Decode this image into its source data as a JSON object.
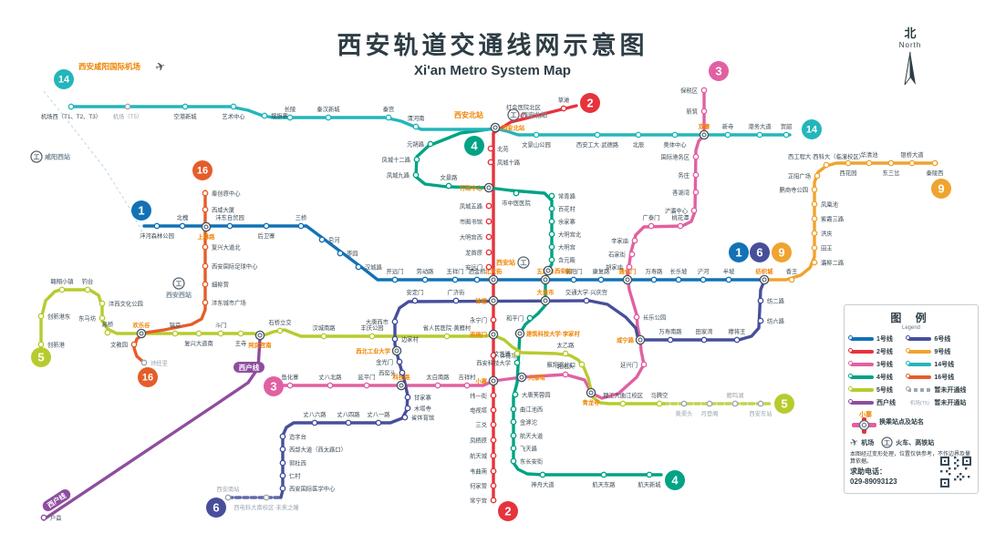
{
  "title": {
    "zh": "西安轨道交通线网示意图",
    "en": "Xi'an Metro System Map"
  },
  "compass": {
    "zh": "北",
    "en": "North"
  },
  "map": {
    "airport_label": "西安咸阳国际机场",
    "xihu_label": "西户线",
    "rail_stations": {
      "xianyang_west": "咸阳西站",
      "xian_north": "西安北站",
      "xian_west": "西安西站",
      "xian": "西安站"
    }
  },
  "colors": {
    "line_1": "#1272b5",
    "line_2": "#e6333c",
    "line_3": "#e160a2",
    "line_4": "#00a384",
    "line_5": "#b7cb2f",
    "line_6": "#474f9b",
    "line_9": "#f0a32f",
    "line_14": "#23b6ba",
    "line_16": "#e45d2b",
    "line_xihu": "#8f4d9d",
    "unopened": "#9aa7b0",
    "transfer_text": "#f08300",
    "station_text": "#3b4a56",
    "title_text": "#2e3d45"
  },
  "lines": [
    {
      "id": "1",
      "badge": "1",
      "name": "1号线",
      "stations": [
        {
          "n": "沣河森林公园"
        },
        {
          "n": "北槐"
        },
        {
          "n": "上林路",
          "t": 1
        },
        {
          "n": "沣东自贸园"
        },
        {
          "n": "后卫寨"
        },
        {
          "n": "三桥"
        },
        {
          "n": "皂河"
        },
        {
          "n": "枣园"
        },
        {
          "n": "汉城路"
        },
        {
          "n": "开远门"
        },
        {
          "n": "劳动路"
        },
        {
          "n": "玉祥门"
        },
        {
          "n": "洒金桥"
        },
        {
          "n": "北大街",
          "t": 1
        },
        {
          "n": "五路口",
          "t": 1
        },
        {
          "n": "朝阳门"
        },
        {
          "n": "康复路"
        },
        {
          "n": "通化门",
          "t": 1
        },
        {
          "n": "万寿路"
        },
        {
          "n": "长乐坡"
        },
        {
          "n": "浐河"
        },
        {
          "n": "半坡"
        },
        {
          "n": "纺织城",
          "t": 1
        }
      ]
    },
    {
      "id": "2",
      "badge": "2",
      "name": "2号线",
      "stations": [
        {
          "n": "草滩"
        },
        {
          "n": "红会医院北区"
        },
        {
          "n": "西安北站",
          "t": 1
        },
        {
          "n": "北苑"
        },
        {
          "n": "凤城十路"
        },
        {
          "n": "行政中心",
          "t": 1
        },
        {
          "n": "凤城五路"
        },
        {
          "n": "市图书馆"
        },
        {
          "n": "大明宫西"
        },
        {
          "n": "龙首原"
        },
        {
          "n": "安远门"
        },
        {
          "n": "北大街",
          "t": 1
        },
        {
          "n": "钟楼",
          "t": 1
        },
        {
          "n": "永宁门"
        },
        {
          "n": "南稍门",
          "t": 1
        },
        {
          "n": "体育场"
        },
        {
          "n": "小寨",
          "t": 1
        },
        {
          "n": "纬一街"
        },
        {
          "n": "电视塔"
        },
        {
          "n": "三爻"
        },
        {
          "n": "凤栖原"
        },
        {
          "n": "航天城"
        },
        {
          "n": "韦曲南"
        },
        {
          "n": "何家营"
        },
        {
          "n": "常宁宫"
        }
      ]
    },
    {
      "id": "3",
      "badge": "3",
      "name": "3号线",
      "stations": [
        {
          "n": "鱼化寨"
        },
        {
          "n": "丈八北路"
        },
        {
          "n": "延平门"
        },
        {
          "n": "科技路",
          "t": 1
        },
        {
          "n": "太白南路"
        },
        {
          "n": "吉祥村"
        },
        {
          "n": "小寨",
          "t": 1
        },
        {
          "n": "大雁塔",
          "t": 1
        },
        {
          "n": "北池头"
        },
        {
          "n": "青龙寺",
          "t": 1
        },
        {
          "n": "延兴门"
        },
        {
          "n": "咸宁路",
          "t": 1
        },
        {
          "n": "长乐公园"
        },
        {
          "n": "通化门",
          "t": 1
        },
        {
          "n": "胡家庙"
        },
        {
          "n": "石家街"
        },
        {
          "n": "辛家庙"
        },
        {
          "n": "广泰门"
        },
        {
          "n": "桃花潭"
        },
        {
          "n": "浐灞中心"
        },
        {
          "n": "香湖湾"
        },
        {
          "n": "务庄"
        },
        {
          "n": "国际港务区"
        },
        {
          "n": "双寨",
          "t": 1
        },
        {
          "n": "新筑"
        },
        {
          "n": "保税区"
        }
      ]
    },
    {
      "id": "4",
      "badge": "4",
      "name": "4号线",
      "stations": [
        {
          "n": "西安北站",
          "t": 1
        },
        {
          "n": "元朔路"
        },
        {
          "n": "凤城十二路"
        },
        {
          "n": "凤城九路"
        },
        {
          "n": "文景路"
        },
        {
          "n": "行政中心",
          "t": 1
        },
        {
          "n": "市中医医院"
        },
        {
          "n": "常青路"
        },
        {
          "n": "百花村"
        },
        {
          "n": "余家寨"
        },
        {
          "n": "大明宫北"
        },
        {
          "n": "大明宫"
        },
        {
          "n": "含元殿"
        },
        {
          "n": "西安站",
          "t": 1
        },
        {
          "n": "五路口",
          "t": 1
        },
        {
          "n": "大差市",
          "t": 1
        },
        {
          "n": "和平门"
        },
        {
          "n": "建筑科技大学·李家村",
          "t": 1
        },
        {
          "n": "西安科技大学"
        },
        {
          "n": "大雁塔",
          "t": 1
        },
        {
          "n": "大唐芙蓉园"
        },
        {
          "n": "曲江池西"
        },
        {
          "n": "金滹沱"
        },
        {
          "n": "航天大道"
        },
        {
          "n": "飞天路"
        },
        {
          "n": "东长安街"
        },
        {
          "n": "神舟大道"
        },
        {
          "n": "航天东路"
        },
        {
          "n": "航天新城"
        }
      ]
    },
    {
      "id": "5",
      "badge": "5",
      "name": "5号线",
      "stations": [
        {
          "n": "创新港"
        },
        {
          "n": "创新港东"
        },
        {
          "n": "翱翔小镇"
        },
        {
          "n": "钓台"
        },
        {
          "n": "沣西文化公园"
        },
        {
          "n": "东马坊"
        },
        {
          "n": "高桥"
        },
        {
          "n": "欢乐谷",
          "t": 1
        },
        {
          "n": "镐京"
        },
        {
          "n": "复兴大道南"
        },
        {
          "n": "斗门"
        },
        {
          "n": "王寺"
        },
        {
          "n": "阿房宫南",
          "t": 1
        },
        {
          "n": "石桥立交"
        },
        {
          "n": "汉城南路"
        },
        {
          "n": "丰庆公园"
        },
        {
          "n": "省人民医院·黄雁村"
        },
        {
          "n": "南稍门",
          "t": 1
        },
        {
          "n": "文艺路"
        },
        {
          "n": "太乙路"
        },
        {
          "n": "雁翔路北口"
        },
        {
          "n": "青龙寺",
          "t": 1
        },
        {
          "n": "理工大曲江校区"
        },
        {
          "n": "马腾空"
        },
        {
          "n": "黄渠头",
          "u": 1
        },
        {
          "n": "月登阁",
          "u": 1
        },
        {
          "n": "雁鸣湖",
          "u": 1
        },
        {
          "n": "西安东站",
          "u": 1
        }
      ]
    },
    {
      "id": "6",
      "badge": "6",
      "name": "6号线",
      "stations": [
        {
          "n": "西安南站",
          "u": 1
        },
        {
          "n": "西电科大南校区·未来之瞳",
          "u": 1
        },
        {
          "n": "西安国际医学中心"
        },
        {
          "n": "仁村"
        },
        {
          "n": "郭杜西"
        },
        {
          "n": "西部大道（西太路口）"
        },
        {
          "n": "造字台"
        },
        {
          "n": "丈八六路"
        },
        {
          "n": "丈八四路"
        },
        {
          "n": "丈八一路"
        },
        {
          "n": "省体育馆"
        },
        {
          "n": "木塔寺"
        },
        {
          "n": "甘家寨"
        },
        {
          "n": "科技路",
          "t": 1
        },
        {
          "n": "西窑头"
        },
        {
          "n": "金光门"
        },
        {
          "n": "西北工业大学",
          "t": 1
        },
        {
          "n": "边家村"
        },
        {
          "n": "大唐西市"
        },
        {
          "n": "安定门"
        },
        {
          "n": "广济街"
        },
        {
          "n": "钟楼",
          "t": 1
        },
        {
          "n": "大差市",
          "t": 1
        },
        {
          "n": "交通大学·兴庆宫"
        },
        {
          "n": "咸宁路",
          "t": 1
        },
        {
          "n": "万寿南路"
        },
        {
          "n": "田家湾"
        },
        {
          "n": "穆将王"
        },
        {
          "n": "纺六路"
        },
        {
          "n": "纺二路"
        },
        {
          "n": "纺织城",
          "t": 1
        }
      ]
    },
    {
      "id": "9",
      "badge": "9",
      "name": "9号线",
      "stations": [
        {
          "n": "纺织城",
          "t": 1
        },
        {
          "n": "香王"
        },
        {
          "n": "灞柳二路"
        },
        {
          "n": "田王"
        },
        {
          "n": "洪庆"
        },
        {
          "n": "紫霞三路"
        },
        {
          "n": "凤凰池"
        },
        {
          "n": "鹏商寺公园"
        },
        {
          "n": "芷阳广场"
        },
        {
          "n": "西工程大·西科大（临潼校区）"
        },
        {
          "n": "西花园"
        },
        {
          "n": "华清池"
        },
        {
          "n": "东三岔"
        },
        {
          "n": "银桥大道"
        },
        {
          "n": "秦陵西"
        }
      ]
    },
    {
      "id": "14",
      "badge": "14",
      "name": "14号线",
      "stations": [
        {
          "n": "机场西（T1、T2、T3）"
        },
        {
          "n": "机场（T5）",
          "u": 1
        },
        {
          "n": "空港新城"
        },
        {
          "n": "艺术中心"
        },
        {
          "n": "摆旗寨"
        },
        {
          "n": "长陵"
        },
        {
          "n": "秦汉新城"
        },
        {
          "n": "秦宫"
        },
        {
          "n": "渭河南"
        },
        {
          "n": "西安北站",
          "t": 1
        },
        {
          "n": "文景山公园"
        },
        {
          "n": "西安工大·武德路"
        },
        {
          "n": "北辰"
        },
        {
          "n": "奥体中心"
        },
        {
          "n": "双寨",
          "t": 1
        },
        {
          "n": "新寺"
        },
        {
          "n": "港务大道"
        },
        {
          "n": "贺韶"
        }
      ]
    },
    {
      "id": "16",
      "badge": "16",
      "name": "16号线",
      "stations": [
        {
          "n": "秦创原中心"
        },
        {
          "n": "西咸大厦"
        },
        {
          "n": "上林路",
          "t": 1
        },
        {
          "n": "复兴大道北"
        },
        {
          "n": "西安国际足球中心"
        },
        {
          "n": "细柳营"
        },
        {
          "n": "沣东城市广场"
        },
        {
          "n": "欢乐谷",
          "t": 1
        },
        {
          "n": "文教园"
        },
        {
          "n": "诗经里",
          "u": 1
        }
      ]
    },
    {
      "id": "xihu",
      "badge": "西户线",
      "name": "西户线",
      "stations": [
        {
          "n": "户县"
        },
        {
          "n": "阿房宫南",
          "t": 1
        }
      ]
    }
  ],
  "legend": {
    "title": "图 例",
    "subtitle": "Legend",
    "items_left": [
      {
        "label": "1号线",
        "line": "1"
      },
      {
        "label": "2号线",
        "line": "2"
      },
      {
        "label": "3号线",
        "line": "3"
      },
      {
        "label": "4号线",
        "line": "4"
      },
      {
        "label": "5号线",
        "line": "5"
      },
      {
        "label": "西户线",
        "line": "xihu"
      }
    ],
    "items_right": [
      {
        "label": "6号线",
        "line": "6"
      },
      {
        "label": "9号线",
        "line": "9"
      },
      {
        "label": "14号线",
        "line": "14"
      },
      {
        "label": "16号线",
        "line": "16"
      },
      {
        "label": "暂未开通线",
        "line": "unopened"
      },
      {
        "label": "暂未开通站",
        "sample": "机场(T5)"
      }
    ],
    "interchange_example": "小寨",
    "interchange_label": "换乘站点及站名",
    "airport_label": "机场",
    "railway_label": "火车、高铁站",
    "disclaimer": "本图经过变形处理，位置仅供参考，不作边界及量算依据。",
    "hotline_label": "求助电话：",
    "hotline_number": "029-89093123"
  }
}
